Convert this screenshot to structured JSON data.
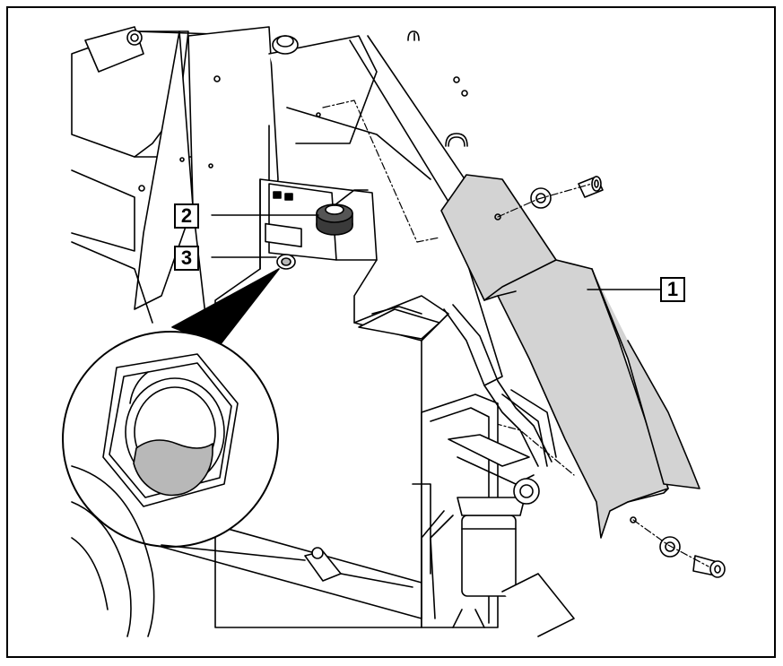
{
  "callouts": {
    "c1": "1",
    "c2": "2",
    "c3": "3"
  },
  "colors": {
    "line": "#000000",
    "guard_fill": "#d3d3d3",
    "sight_glass_fill": "#b8b8b8",
    "background": "#ffffff"
  }
}
